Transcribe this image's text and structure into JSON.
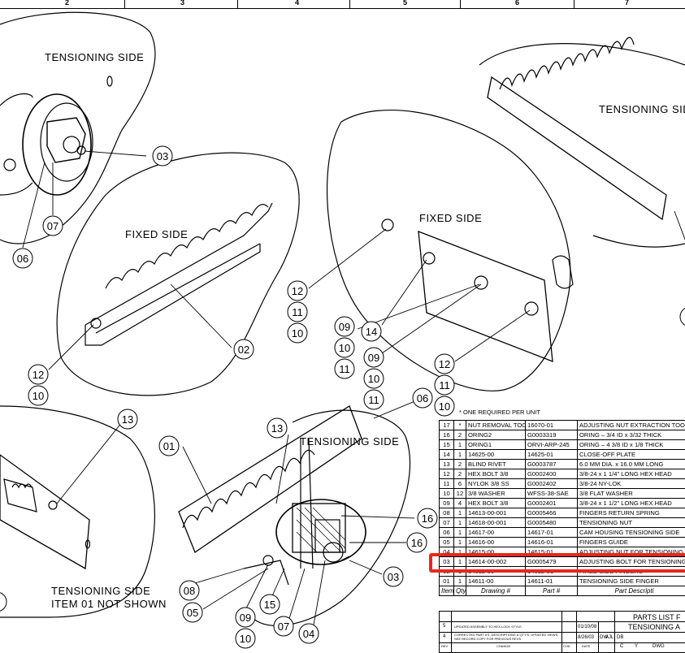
{
  "ruler": [
    "2",
    "3",
    "4",
    "5",
    "6",
    "7"
  ],
  "views": {
    "tl_label": "TENSIONING SIDE",
    "fixed_label": "FIXED SIDE",
    "center_label": "FIXED SIDE",
    "tr_label": "TENSIONING SIDE",
    "center_bottom_label": "TENSIONING SIDE",
    "bl_label_1": "TENSIONING SIDE",
    "bl_label_2": "ITEM 01 NOT SHOWN"
  },
  "balloons": {
    "b03a": "03",
    "b07a": "07",
    "b06a": "06",
    "b02": "02",
    "b12a": "12",
    "b11a": "11",
    "b10a": "10",
    "b12b": "12",
    "b10b": "10",
    "b09a": "09",
    "b14": "14",
    "b10c": "10",
    "b09b": "09",
    "b11b": "11",
    "b12c": "12",
    "b11c": "11",
    "b10d": "10",
    "b10e": "10",
    "b11d": "11",
    "b06b": "06",
    "b13a": "13",
    "b13b": "13",
    "b01": "01",
    "b16a": "16",
    "b16b": "16",
    "b03b": "03",
    "b08": "08",
    "b05": "05",
    "b09c": "09",
    "b15": "15",
    "b07b": "07",
    "b04": "04",
    "b10f": "10"
  },
  "note": "* ONE REQUIRED PER UNIT",
  "parts_list": {
    "rows": [
      [
        "17",
        "*",
        "NUT REMOVAL TOOL",
        "16070-01",
        "ADJUSTING NUT EXTRACTION TOOL"
      ],
      [
        "16",
        "2",
        "ORING2",
        "G0003319",
        "ORING – 3/4 ID x 3/32 THICK"
      ],
      [
        "15",
        "1",
        "ORING1",
        "ORVI-ARP-245",
        "ORING – 4 3/8 ID x 1/8 THICK"
      ],
      [
        "14",
        "1",
        "14625-00",
        "14625-01",
        "CLOSE-OFF PLATE"
      ],
      [
        "13",
        "2",
        "BLIND RIVET",
        "G0003787",
        "6.0 MM DIA. x 16.0 MM LONG"
      ],
      [
        "12",
        "2",
        "HEX BOLT 3/8",
        "G0002400",
        "3/8-24 x 1 1/4\" LONG HEX HEAD"
      ],
      [
        "11",
        "6",
        "NYLOK 3/8 SS",
        "G0002402",
        "3/8-24 NY-LOK"
      ],
      [
        "10",
        "12",
        "3/8 WASHER",
        "WFSS-38-SAE",
        "3/8 FLAT WASHER"
      ],
      [
        "09",
        "4",
        "HEX BOLT 3/8",
        "G0002401",
        "3/8-24 x 1 1/2\" LONG HEX HEAD"
      ],
      [
        "08",
        "1",
        "14613-00-001",
        "G0005466",
        "FINGERS RETURN SPRING"
      ],
      [
        "07",
        "1",
        "14618-00-001",
        "G0005480",
        "TENSIONING NUT"
      ],
      [
        "06",
        "1",
        "14617-00",
        "14617-01",
        "CAM HOUSING TENSIONING SIDE"
      ],
      [
        "05",
        "1",
        "14616-00",
        "14616-01",
        "FINGERS GUIDE"
      ],
      [
        "04",
        "1",
        "14615-00",
        "14615-01",
        "ADJUSTING NUT FOR TENSIONING S"
      ],
      [
        "03",
        "1",
        "14614-00-002",
        "G0005479",
        "ADJUSTING BOLT FOR TENSIONING S"
      ],
      [
        "02",
        "1",
        "14612-00",
        "14612-01",
        "FIXED SIDE FINGERS"
      ],
      [
        "01",
        "1",
        "14611-00",
        "14611-01",
        "TENSIONING SIDE FINGER"
      ]
    ],
    "header": [
      "Item",
      "Qty",
      "Drawing #",
      "Part #",
      "Part Descripti"
    ]
  },
  "title_block": {
    "title_1": "PARTS LIST F",
    "title_2": "TENSIONING A",
    "rev5": "5",
    "rev4": "4",
    "rev_text_5": "UPDATED ASSEMBLY TO HEX-LOCK STYLE.",
    "rev_text_4a": "CORRECTED PART #'S, DESCRIPTIONS & QTY'S, UPDATED VIEWS,",
    "rev_text_4b": "SEE RECORD COPY FOR PREVIOUS REVS",
    "date_5": "01/10/08",
    "date_4": "8/26/03",
    "by_4": "AJL",
    "col_rev": "REV",
    "col_change": "CHANGE",
    "col_chd": "CHD",
    "col_date": "DATE",
    "cell_dw": "DW",
    "cell_db": "DB",
    "cell_c": "C",
    "cell_y": "Y",
    "cell_dwg": "DWG"
  }
}
